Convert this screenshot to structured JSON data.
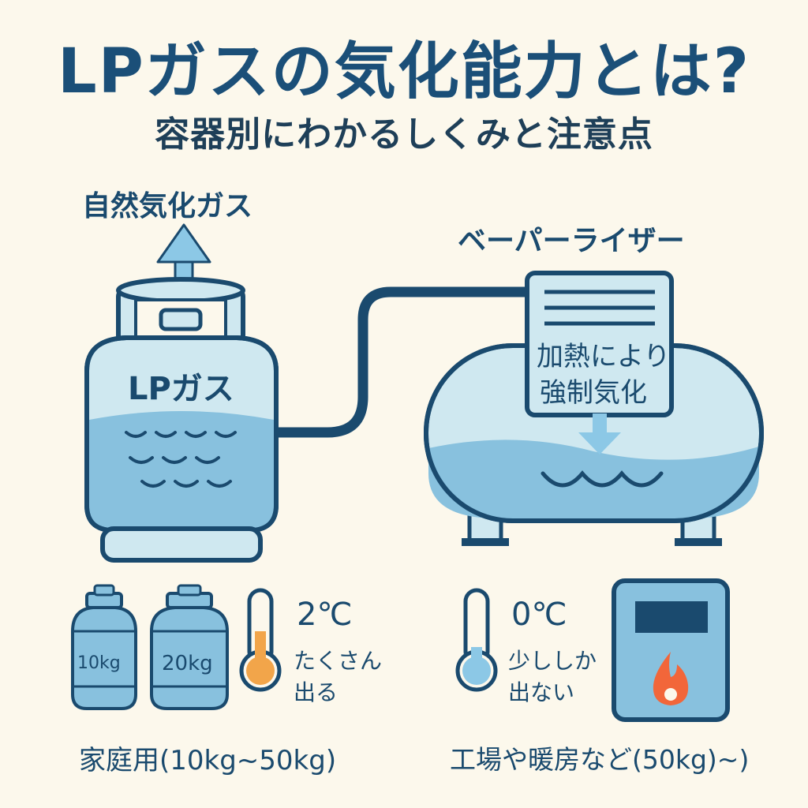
{
  "header": {
    "title": "LPガスの気化能力とは?",
    "subtitle": "容器別にわかるしくみと注意点"
  },
  "diagram": {
    "natural_gas_label": "自然気化ガス",
    "vaporizer_label": "ベーパーライザー",
    "tank_label": "LPガス",
    "vaporizer_panel": {
      "line1": "加熱により",
      "line2": "強制気化"
    }
  },
  "household": {
    "cylinders": [
      "10kg",
      "20kg"
    ],
    "temperature": "2℃",
    "description_line1": "たくさん",
    "description_line2": "出る",
    "caption": "家庭用(10kg~50kg)"
  },
  "industrial": {
    "temperature": "0℃",
    "description_line1": "少ししか",
    "description_line2": "出ない",
    "caption": "工場や暖房など(50kg)~)"
  },
  "colors": {
    "background": "#fcf8ec",
    "outline": "#1a4a6e",
    "tank_light": "#cfe8f0",
    "liquid": "#88c1de",
    "arrow": "#8cc8e6",
    "thermometer_warm": "#f2a54a",
    "thermometer_cold": "#8cc8e6",
    "flame": "#f2663a"
  },
  "icons": [
    "up-arrow-icon",
    "down-arrow-icon",
    "thermometer-icon",
    "flame-icon",
    "gas-cylinder-icon",
    "heater-icon"
  ]
}
